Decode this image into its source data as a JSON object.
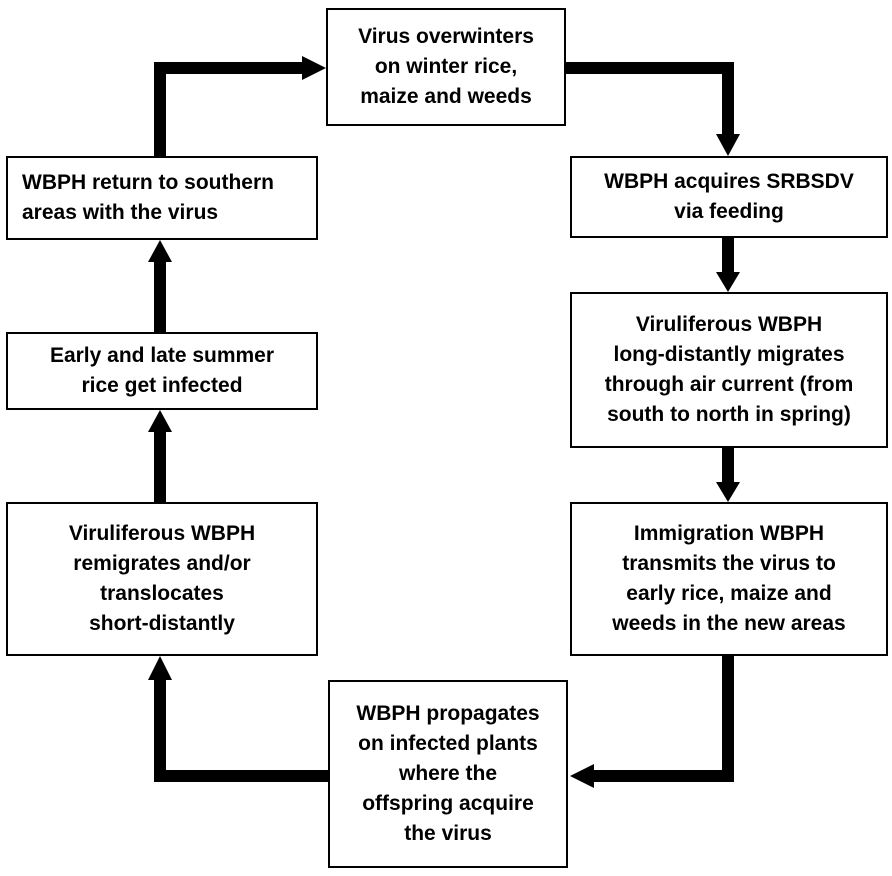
{
  "diagram": {
    "nodes": [
      {
        "id": "overwinter",
        "lines": [
          "Virus overwinters",
          "on winter rice,",
          "maize and weeds"
        ]
      },
      {
        "id": "acquire",
        "lines": [
          "WBPH acquires SRBSDV",
          "via feeding"
        ]
      },
      {
        "id": "migrate",
        "lines": [
          "Viruliferous WBPH",
          "long-distantly migrates",
          "through air current (from",
          "south to north in spring)"
        ]
      },
      {
        "id": "immigration",
        "lines": [
          "Immigration WBPH",
          "transmits the virus to",
          "early rice, maize and",
          "weeds in the new areas"
        ]
      },
      {
        "id": "propagate",
        "lines": [
          "WBPH propagates",
          "on infected plants",
          "where the",
          "offspring acquire",
          "the virus"
        ]
      },
      {
        "id": "remigrate",
        "lines": [
          "Viruliferous WBPH",
          "remigrates and/or",
          "translocates",
          "short-distantly"
        ]
      },
      {
        "id": "summer",
        "lines": [
          "Early and late summer",
          "rice get infected"
        ]
      },
      {
        "id": "return",
        "lines": [
          "WBPH return to southern",
          "areas with the virus"
        ]
      }
    ],
    "edges": [
      {
        "from": "overwinter",
        "to": "acquire"
      },
      {
        "from": "acquire",
        "to": "migrate"
      },
      {
        "from": "migrate",
        "to": "immigration"
      },
      {
        "from": "immigration",
        "to": "propagate"
      },
      {
        "from": "propagate",
        "to": "remigrate"
      },
      {
        "from": "remigrate",
        "to": "summer"
      },
      {
        "from": "summer",
        "to": "return"
      },
      {
        "from": "return",
        "to": "overwinter"
      }
    ],
    "colors": {
      "line": "#000000",
      "box_fill": "#ffffff",
      "text": "#000000"
    }
  }
}
